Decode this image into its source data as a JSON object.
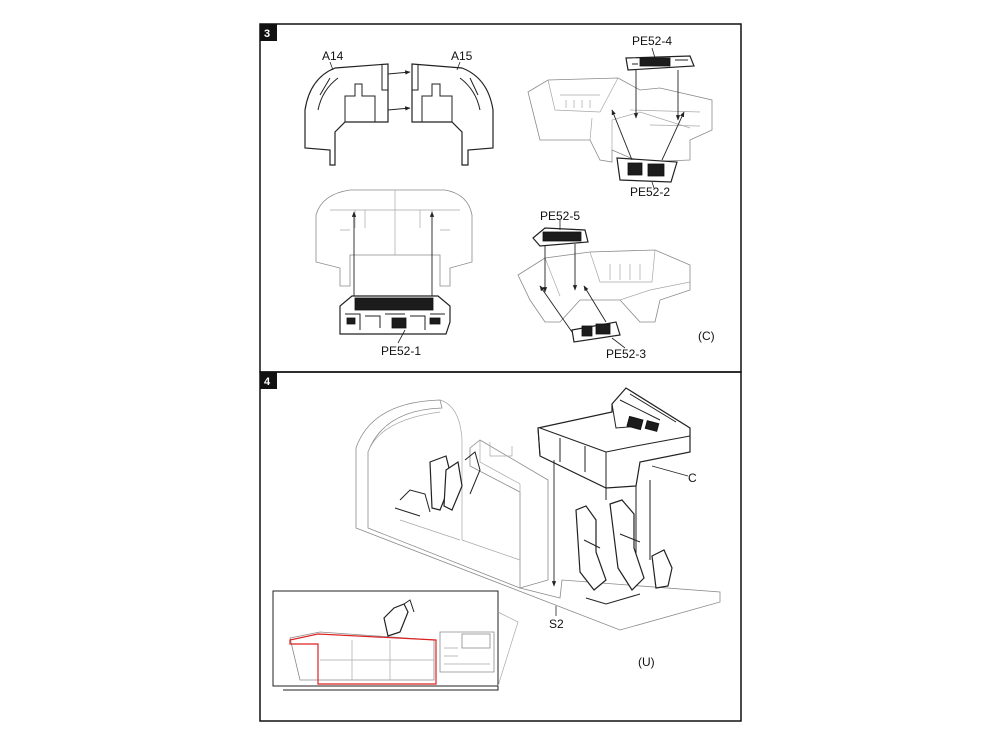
{
  "step3": {
    "number": "3",
    "labels": {
      "a14": "A14",
      "a15": "A15",
      "pe52_4": "PE52-4",
      "pe52_2": "PE52-2",
      "pe52_5": "PE52-5",
      "pe52_1": "PE52-1",
      "pe52_3": "PE52-3",
      "variant_c": "(C)"
    }
  },
  "step4": {
    "number": "4",
    "labels": {
      "c": "C",
      "s2": "S2",
      "variant_u": "(U)"
    }
  }
}
